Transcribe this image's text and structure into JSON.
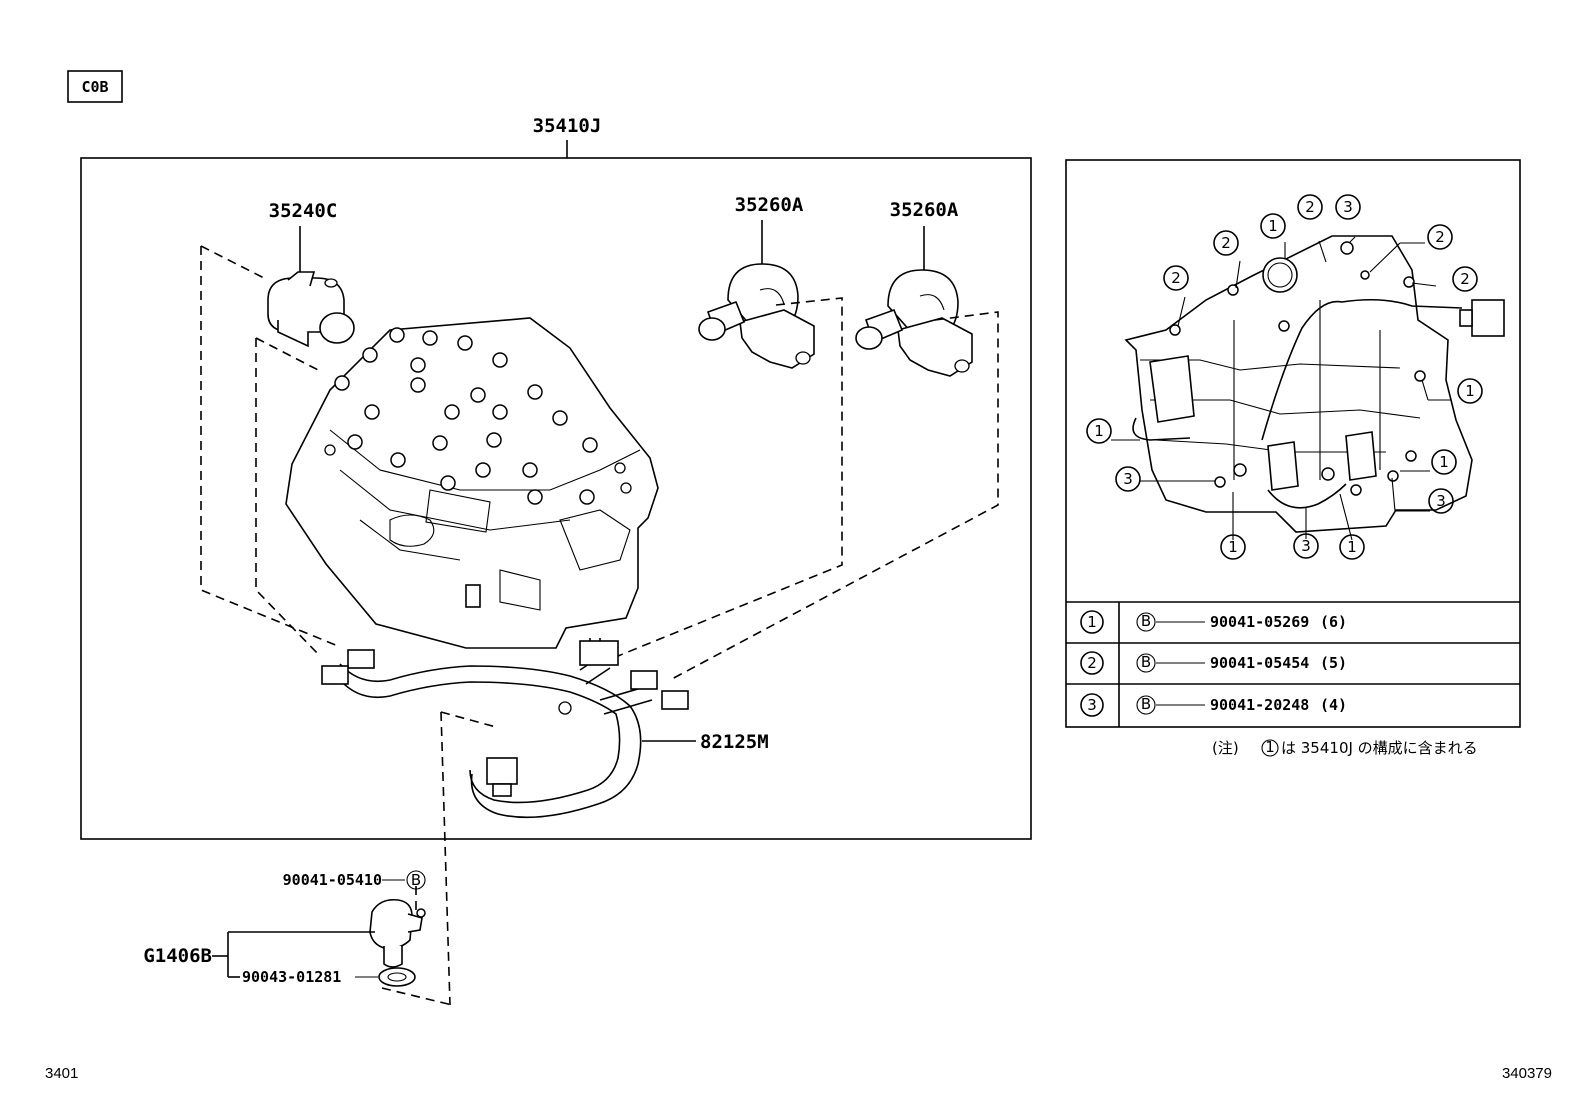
{
  "header": {
    "code_box": "C0B"
  },
  "assembly": {
    "main_label": "35410J"
  },
  "parts": {
    "solenoid_1": "35240C",
    "solenoid_2": "35260A",
    "solenoid_3": "35260A",
    "harness": "82125M",
    "sensor_assy": "G1406B",
    "sensor_bolt": "90041-05410",
    "sensor_oring": "90043-01281",
    "bolt_marker": "B"
  },
  "bolt_table": {
    "rows": [
      {
        "key": "1",
        "marker": "B",
        "part": "90041-05269",
        "qty": "(6)"
      },
      {
        "key": "2",
        "marker": "B",
        "part": "90041-05454",
        "qty": "(5)"
      },
      {
        "key": "3",
        "marker": "B",
        "part": "90041-20248",
        "qty": "(4)"
      }
    ],
    "note_prefix": "(注) ",
    "note_key": "1",
    "note_text": "は 35410J の構成に含まれる"
  },
  "detail_callouts": [
    "1",
    "2",
    "3",
    "2",
    "2",
    "2",
    "2",
    "1",
    "1",
    "3",
    "1",
    "3",
    "1",
    "3",
    "1"
  ],
  "footer": {
    "left": "3401",
    "right": "340379"
  }
}
